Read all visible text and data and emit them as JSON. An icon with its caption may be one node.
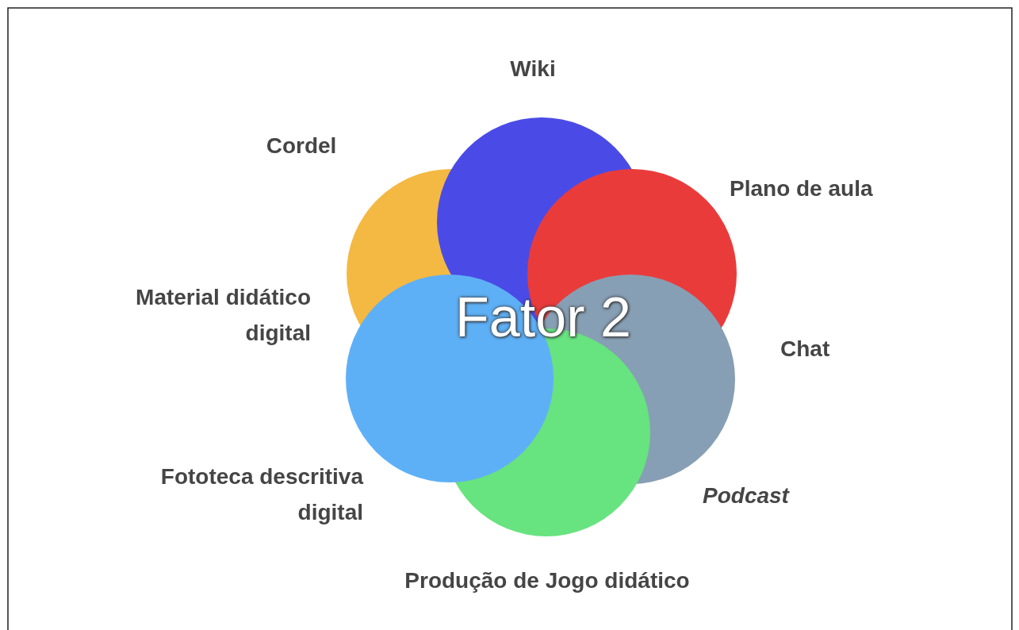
{
  "diagram": {
    "nodes": [
      {
        "text": [],
        "shape": "circle"
      },
      {
        "text": [],
        "shape": "circle"
      },
      {
        "text": [],
        "shape": "circle"
      },
      {
        "text": [],
        "shape": "circle"
      },
      {
        "text": [],
        "shape": "circle"
      },
      {
        "text": [],
        "shape": "circle"
      }
    ],
    "labels": [
      "Wiki",
      "Cordel",
      "Plano de aula",
      "Material didático digital",
      "Fator 2",
      "Chat",
      "Fototeca descritiva digital",
      "Podcast",
      "Produção de Jogo didático"
    ]
  }
}
